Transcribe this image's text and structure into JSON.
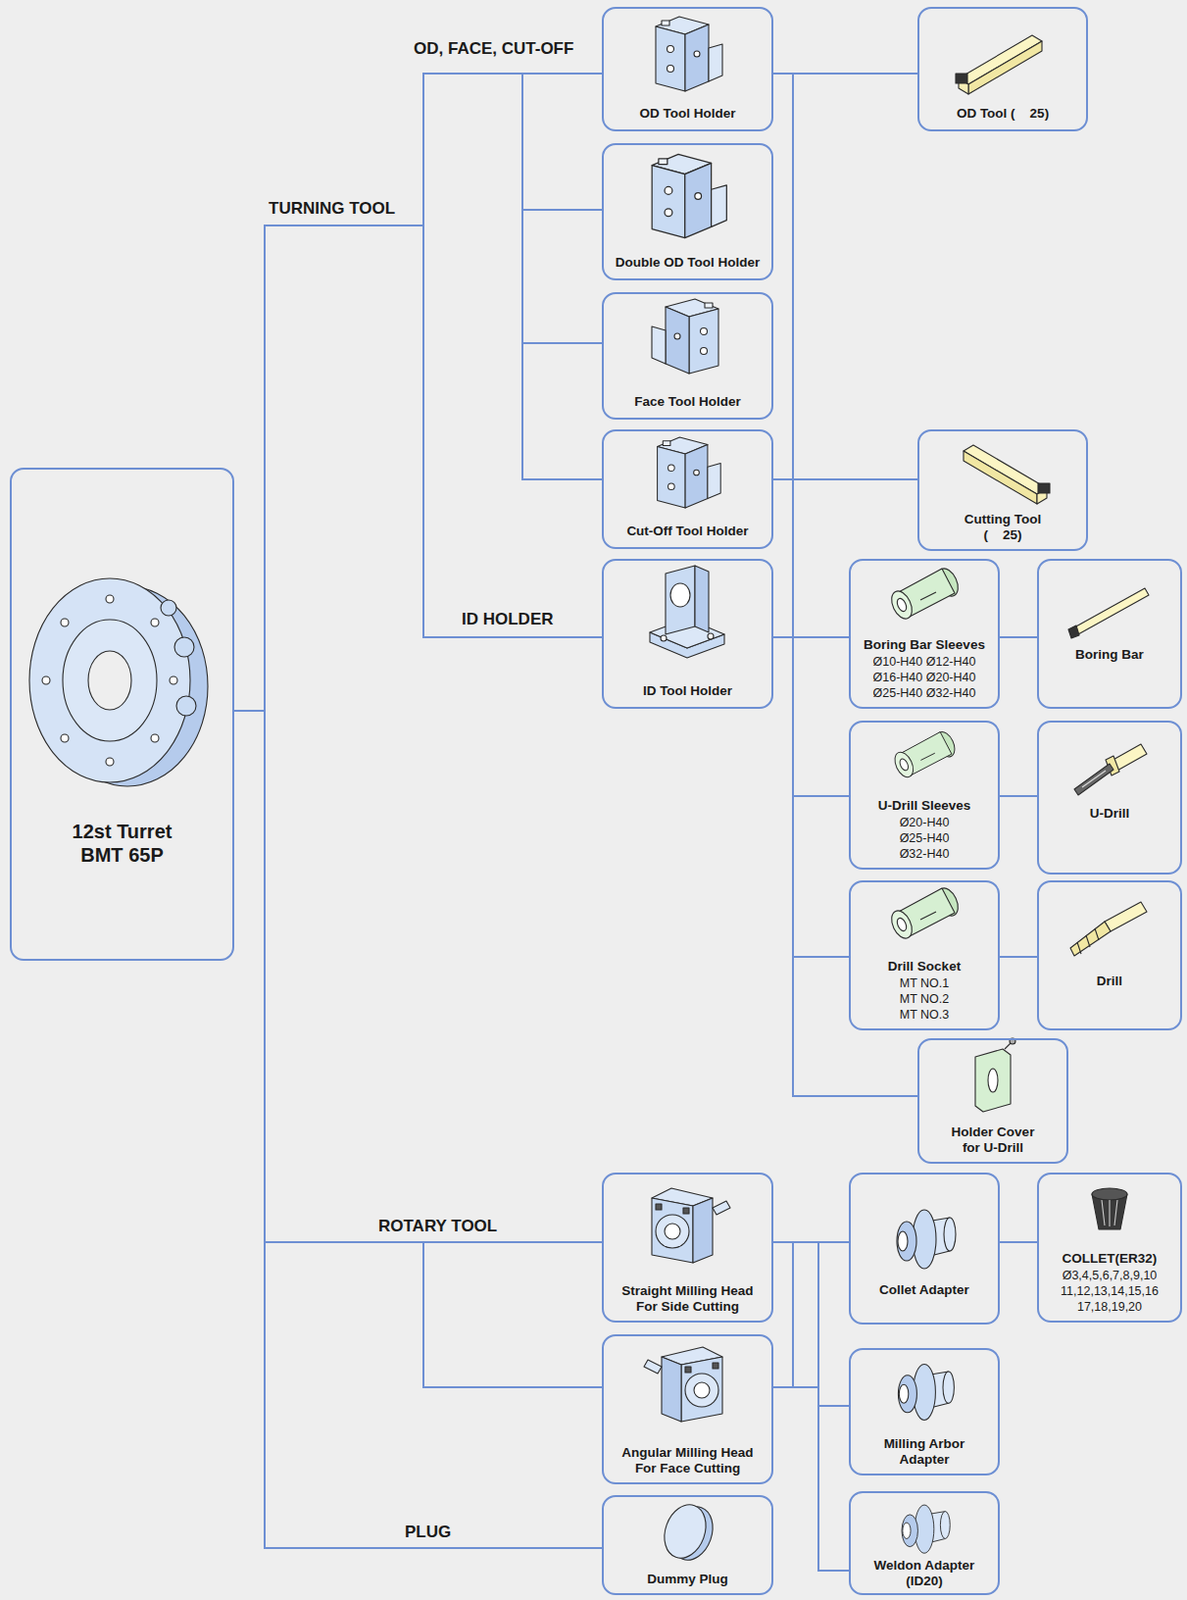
{
  "diagram": {
    "nodes": [
      {
        "text": [
          "12st Turret BMT 65P"
        ]
      },
      {
        "text": [
          "OD Tool Holder"
        ]
      },
      {
        "text": [
          "Double OD Tool Holder"
        ]
      },
      {
        "text": [
          "Face Tool Holder"
        ]
      },
      {
        "text": [
          "Cut-Off Tool Holder"
        ]
      },
      {
        "text": [
          "ID Tool Holder"
        ]
      },
      {
        "text": [
          "OD Tool (    25)"
        ]
      },
      {
        "text": [
          "Cutting Tool (    25)"
        ]
      },
      {
        "text": [
          "Boring Bar Sleeves",
          "Ø10-H40 Ø12-H40 Ø16-H40 Ø20-H40 Ø25-H40 Ø32-H40"
        ]
      },
      {
        "text": [
          "Boring Bar"
        ]
      },
      {
        "text": [
          "U-Drill Sleeves",
          "Ø20-H40 Ø25-H40 Ø32-H40"
        ]
      },
      {
        "text": [
          "U-Drill"
        ]
      },
      {
        "text": [
          "Drill Socket",
          "MT NO.1 MT NO.2 MT NO.3"
        ]
      },
      {
        "text": [
          "Drill"
        ]
      },
      {
        "text": [
          "Holder Cover for U-Drill"
        ]
      },
      {
        "text": [
          "Straight Milling Head For Side Cutting"
        ]
      },
      {
        "text": [
          "Angular Milling Head For Face Cutting"
        ]
      },
      {
        "text": [
          "Collet Adapter"
        ]
      },
      {
        "text": [
          "COLLET(ER32)",
          "Ø3,4,5,6,7,8,9,10 11,12,13,14,15,16 17,18,19,20"
        ]
      },
      {
        "text": [
          "Milling Arbor Adapter"
        ]
      },
      {
        "text": [
          "Weldon Adapter (ID20)"
        ]
      },
      {
        "text": [
          "Dummy Plug"
        ]
      }
    ],
    "edges": [
      {
        "from": 0,
        "to": 1,
        "arrow": "none"
      },
      {
        "from": 0,
        "to": 2,
        "arrow": "none"
      },
      {
        "from": 0,
        "to": 3,
        "arrow": "none"
      },
      {
        "from": 0,
        "to": 4,
        "arrow": "none"
      },
      {
        "from": 0,
        "to": 5,
        "arrow": "none"
      },
      {
        "from": 0,
        "to": 15,
        "arrow": "none"
      },
      {
        "from": 0,
        "to": 16,
        "arrow": "none"
      },
      {
        "from": 0,
        "to": 21,
        "arrow": "none"
      },
      {
        "from": 1,
        "to": 6,
        "arrow": "none"
      },
      {
        "from": 4,
        "to": 7,
        "arrow": "none"
      },
      {
        "from": 5,
        "to": 8,
        "arrow": "none"
      },
      {
        "from": 5,
        "to": 10,
        "arrow": "none"
      },
      {
        "from": 5,
        "to": 12,
        "arrow": "none"
      },
      {
        "from": 5,
        "to": 14,
        "arrow": "none"
      },
      {
        "from": 8,
        "to": 9,
        "arrow": "none"
      },
      {
        "from": 10,
        "to": 11,
        "arrow": "none"
      },
      {
        "from": 12,
        "to": 13,
        "arrow": "none"
      },
      {
        "from": 15,
        "to": 17,
        "arrow": "none"
      },
      {
        "from": 15,
        "to": 19,
        "arrow": "none"
      },
      {
        "from": 15,
        "to": 20,
        "arrow": "none"
      },
      {
        "from": 16,
        "to": 17,
        "arrow": "none"
      },
      {
        "from": 16,
        "to": 19,
        "arrow": "none"
      },
      {
        "from": 16,
        "to": 20,
        "arrow": "none"
      },
      {
        "from": 17,
        "to": 18,
        "arrow": "none"
      }
    ],
    "labels": [
      "OD, FACE, CUT-OFF",
      "TURNING TOOL",
      "ID HOLDER",
      "ROTARY TOOL",
      "PLUG"
    ]
  }
}
